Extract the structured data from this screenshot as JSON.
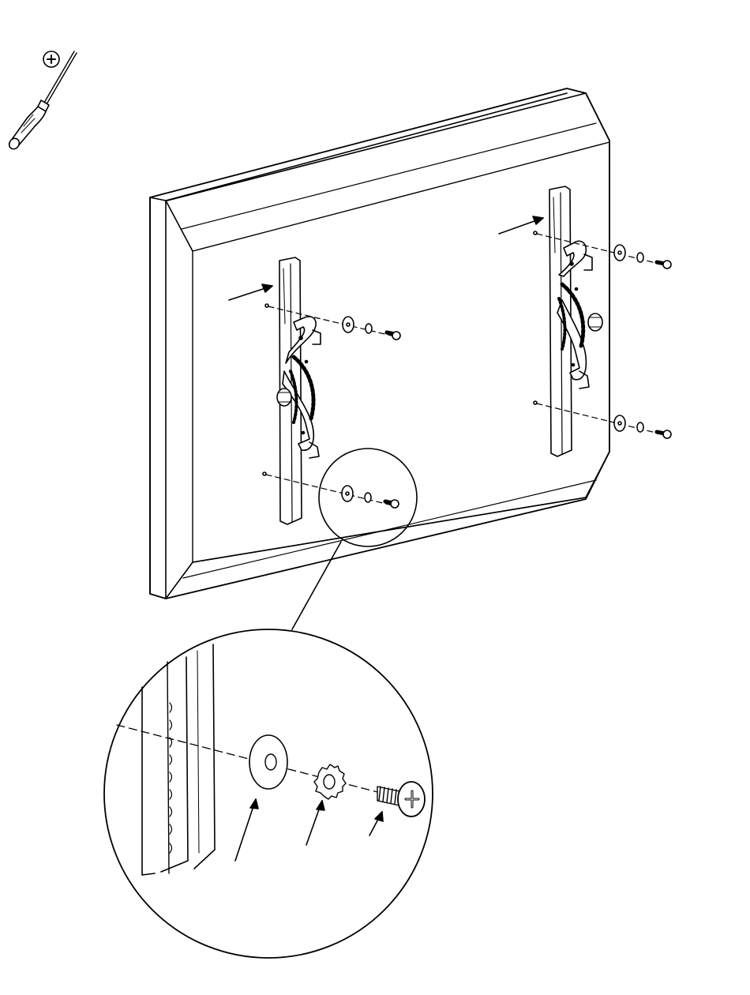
{
  "diagram": {
    "kind": "assembly-illustration",
    "line_color": "#000000",
    "background": "#ffffff",
    "tool": {
      "icon": "phillips-screwdriver-icon",
      "tip_symbol": "phillips-cross-icon"
    },
    "brackets": [
      {
        "name": "left-mounting-bracket",
        "knob": "tilt-knob-icon"
      },
      {
        "name": "right-mounting-bracket",
        "knob": "tilt-knob-icon"
      }
    ],
    "hardware_stack": [
      "washer",
      "lock-washer",
      "screw"
    ],
    "fastener_positions": 4,
    "detail_callout": {
      "magnified_parts": [
        "washer",
        "lock-washer",
        "screw"
      ]
    }
  }
}
